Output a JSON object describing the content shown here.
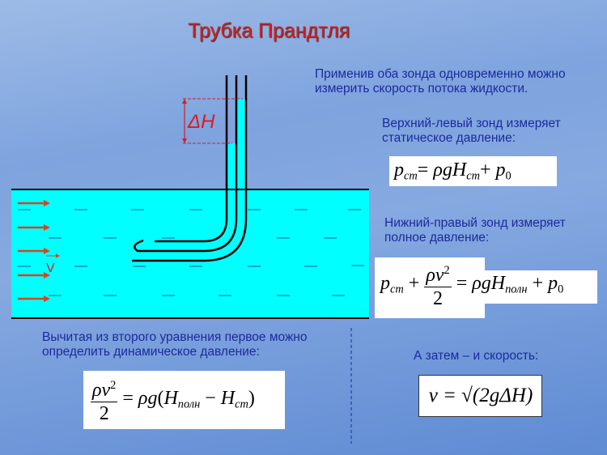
{
  "title": "Трубка Прандтля",
  "text_intro_1": "Применив оба зонда одновременно можно",
  "text_intro_2": "измерить скорость потока жидкости.",
  "text_static_1": "Верхний-левый зонд измеряет",
  "text_static_2": "статическое давление:",
  "text_total_1": "Нижний-правый зонд измеряет",
  "text_total_2": "полное давление:",
  "text_dynamic_1": "Вычитая из второго уравнения первое можно",
  "text_dynamic_2": "определить динамическое давление:",
  "text_velocity": "А затем – и скорость:",
  "diagram": {
    "delta_h_label": "ΔH",
    "velocity_label": "V",
    "water_color": "#00ffff",
    "arrow_color": "#d9451e"
  },
  "formulas": {
    "static": "p_ст = ρgH_ст + p_0",
    "total": "p_ст + ρv²/2 = ρgH_полн + p_0",
    "dynamic": "ρv²/2 = ρg(H_полн − H_ст)",
    "velocity": "v = √(2gΔH)"
  }
}
